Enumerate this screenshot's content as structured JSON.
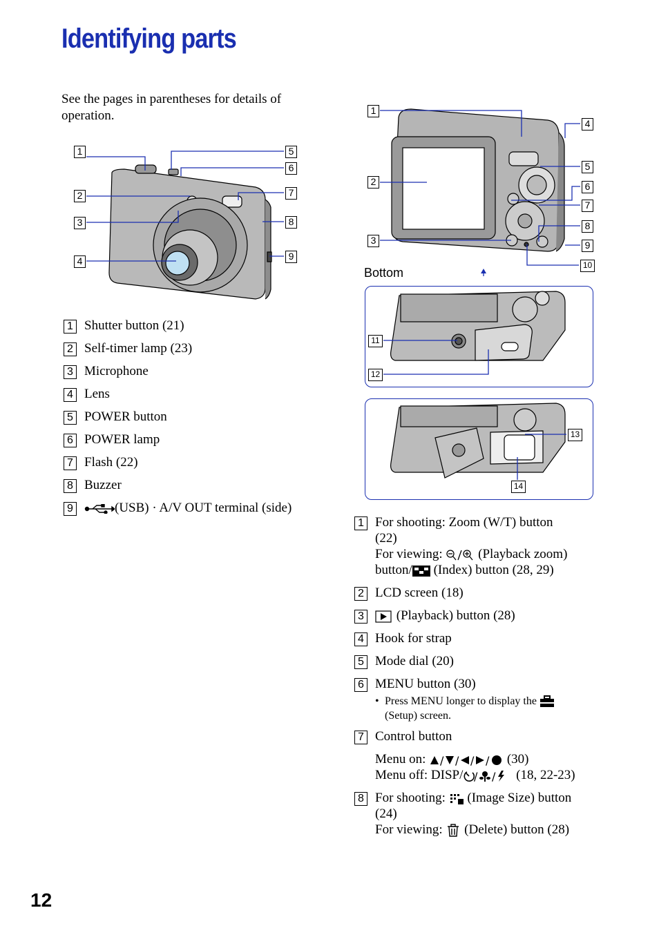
{
  "title": "Identifying parts",
  "intro": "See the pages in parentheses for details of operation.",
  "page_number": "12",
  "bottom_label": "Bottom",
  "front_callouts": [
    "1",
    "2",
    "3",
    "4",
    "5",
    "6",
    "7",
    "8",
    "9"
  ],
  "back_callouts": [
    "1",
    "2",
    "3",
    "4",
    "5",
    "6",
    "7",
    "8",
    "9",
    "10",
    "11",
    "12",
    "13",
    "14"
  ],
  "front_parts": [
    {
      "num": "1",
      "text": "Shutter button (21)"
    },
    {
      "num": "2",
      "text": "Self-timer lamp (23)"
    },
    {
      "num": "3",
      "text": "Microphone"
    },
    {
      "num": "4",
      "text": "Lens"
    },
    {
      "num": "5",
      "text": "POWER button"
    },
    {
      "num": "6",
      "text": "POWER lamp"
    },
    {
      "num": "7",
      "text": "Flash (22)"
    },
    {
      "num": "8",
      "text": "Buzzer"
    },
    {
      "num": "9",
      "text": "(USB) · A/V OUT terminal (side)"
    }
  ],
  "back_parts": {
    "p1": {
      "num": "1",
      "line1": "For shooting: Zoom (W/T) button",
      "line2": "(22)",
      "line3a": "For viewing:",
      "line3b": "(Playback zoom)",
      "line4a": "button/",
      "line4b": "(Index) button (28, 29)"
    },
    "p2": {
      "num": "2",
      "text": "LCD screen (18)"
    },
    "p3": {
      "num": "3",
      "text": "(Playback) button (28)"
    },
    "p4": {
      "num": "4",
      "text": "Hook for strap"
    },
    "p5": {
      "num": "5",
      "text": "Mode dial (20)"
    },
    "p6": {
      "num": "6",
      "text": "MENU button (30)"
    },
    "p6_note_a": "Press MENU longer to display the",
    "p6_note_b": "(Setup) screen.",
    "p7": {
      "num": "7",
      "text": "Control button"
    },
    "p7_menu_on_a": "Menu on:",
    "p7_menu_on_b": "(30)",
    "p7_menu_off_a": "Menu off: DISP/",
    "p7_menu_off_b": "(18, 22-23)",
    "p8": {
      "num": "8",
      "line1a": "For shooting:",
      "line1b": "(Image Size) button",
      "line2": "(24)",
      "line3a": "For viewing:",
      "line3b": "(Delete) button (28)"
    }
  }
}
